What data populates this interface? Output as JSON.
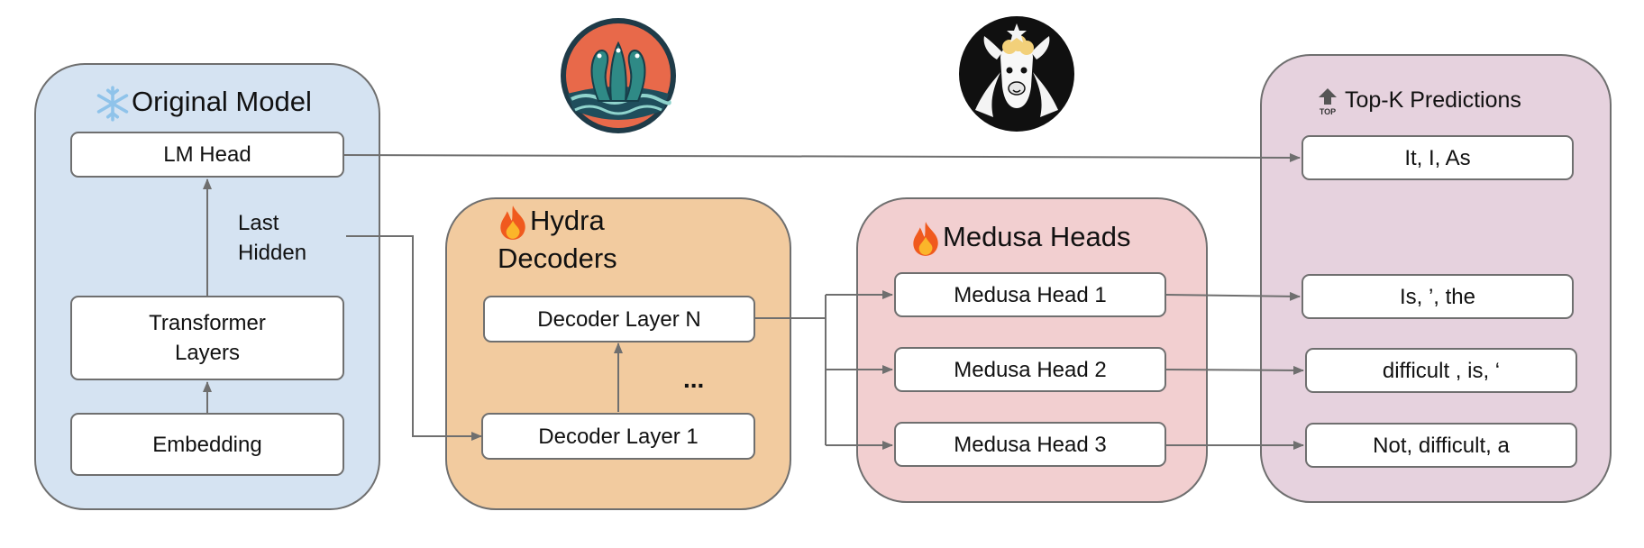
{
  "original_model": {
    "title": "Original Model",
    "title_icon": "snowflake-icon",
    "lm_head": "LM Head",
    "transformer_layers_line1": "Transformer",
    "transformer_layers_line2": "Layers",
    "embedding": "Embedding",
    "last_hidden_line1": "Last",
    "last_hidden_line2": "Hidden"
  },
  "hydra_decoders": {
    "title_line1": "Hydra",
    "title_line2": "Decoders",
    "title_icon": "fire-icon",
    "decoder_layer_n": "Decoder Layer N",
    "decoder_layer_1": "Decoder Layer 1",
    "ellipsis": "..."
  },
  "medusa_heads": {
    "title": "Medusa Heads",
    "title_icon": "fire-icon",
    "heads": [
      "Medusa Head 1",
      "Medusa Head 2",
      "Medusa Head 3"
    ]
  },
  "top_k": {
    "title": "Top-K Predictions",
    "title_icon": "top-arrow-icon",
    "icon_text": "TOP",
    "predictions": [
      "It, I, As",
      "Is, ’, the",
      "difficult , is, ‘",
      "Not, difficult, a"
    ]
  },
  "logos": [
    "hydra-logo",
    "llama-logo"
  ],
  "colors": {
    "original_panel": "#d5e3f2",
    "hydra_panel": "#f2cb9f",
    "medusa_panel": "#f2cfd0",
    "topk_panel": "#e6d2de",
    "wire": "#6f6f6f"
  }
}
